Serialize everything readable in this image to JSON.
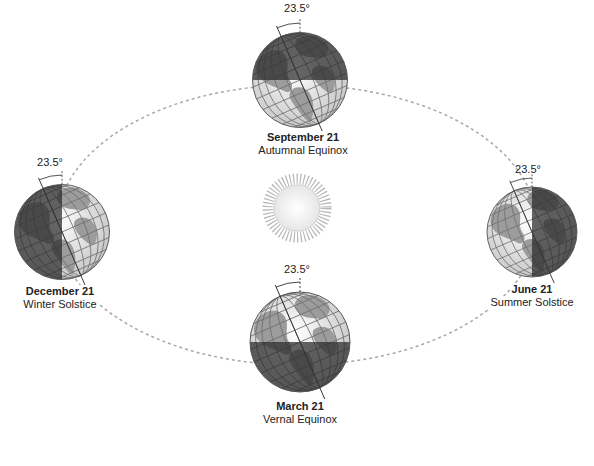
{
  "diagram": {
    "labels": [
      "23.5°",
      "September 21",
      "Autumnal Equinox",
      "23.5°",
      "23.5°",
      "December 21",
      "Winter Solstice",
      "June 21",
      "Summer Solstice",
      "23.5°",
      "March 21",
      "Vernal Equinox"
    ]
  }
}
